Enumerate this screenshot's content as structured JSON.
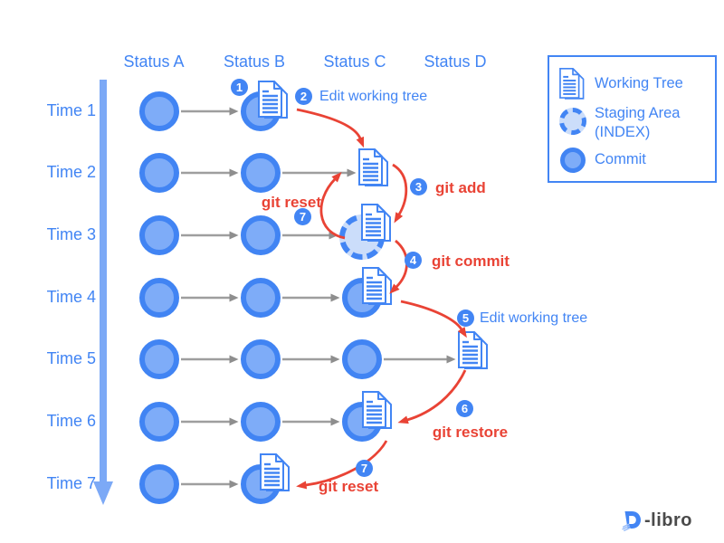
{
  "diagram": {
    "columns": [
      "Status A",
      "Status B",
      "Status C",
      "Status D"
    ],
    "rows": [
      "Time 1",
      "Time 2",
      "Time 3",
      "Time 4",
      "Time 5",
      "Time 6",
      "Time 7"
    ]
  },
  "steps": {
    "s1": {
      "num": "1"
    },
    "s2": {
      "num": "2",
      "label": "Edit working tree"
    },
    "s3": {
      "num": "3",
      "label": "git add"
    },
    "s4": {
      "num": "4",
      "label": "git commit"
    },
    "s5": {
      "num": "5",
      "label": "Edit working tree"
    },
    "s6": {
      "num": "6",
      "label": "git restore"
    },
    "s7a": {
      "num": "7",
      "label": "git reset"
    },
    "s7b": {
      "num": "7",
      "label": "git reset"
    }
  },
  "legend": {
    "working_tree": "Working Tree",
    "staging_area_line1": "Staging Area",
    "staging_area_line2": "(INDEX)",
    "commit": "Commit"
  },
  "logo": {
    "text": "-libro"
  },
  "colors": {
    "accent_blue": "#4285F4",
    "commit_fill": "#7EACF8",
    "staging_fill": "#CBDDFA",
    "action_red": "#E94335",
    "arrow_gray": "#9E9E9E",
    "timeline_blue": "#7CA9F6"
  }
}
